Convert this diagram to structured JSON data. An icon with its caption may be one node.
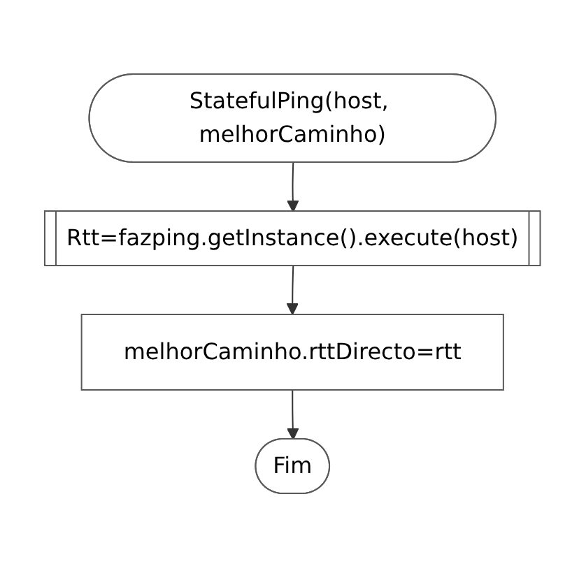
{
  "diagram": {
    "nodes": [
      {
        "text": [
          "StatefulPing(host, melhorCaminho)"
        ]
      },
      {
        "text": [
          "Rtt=fazping.getInstance().execute(host)"
        ]
      },
      {
        "text": [
          "melhorCaminho.rttDirecto=rtt"
        ]
      },
      {
        "text": [
          "Fim"
        ]
      }
    ],
    "edges": [
      {
        "from": 0,
        "to": 1,
        "arrow": "to"
      },
      {
        "from": 1,
        "to": 2,
        "arrow": "to"
      },
      {
        "from": 2,
        "to": 3,
        "arrow": "to"
      }
    ]
  }
}
